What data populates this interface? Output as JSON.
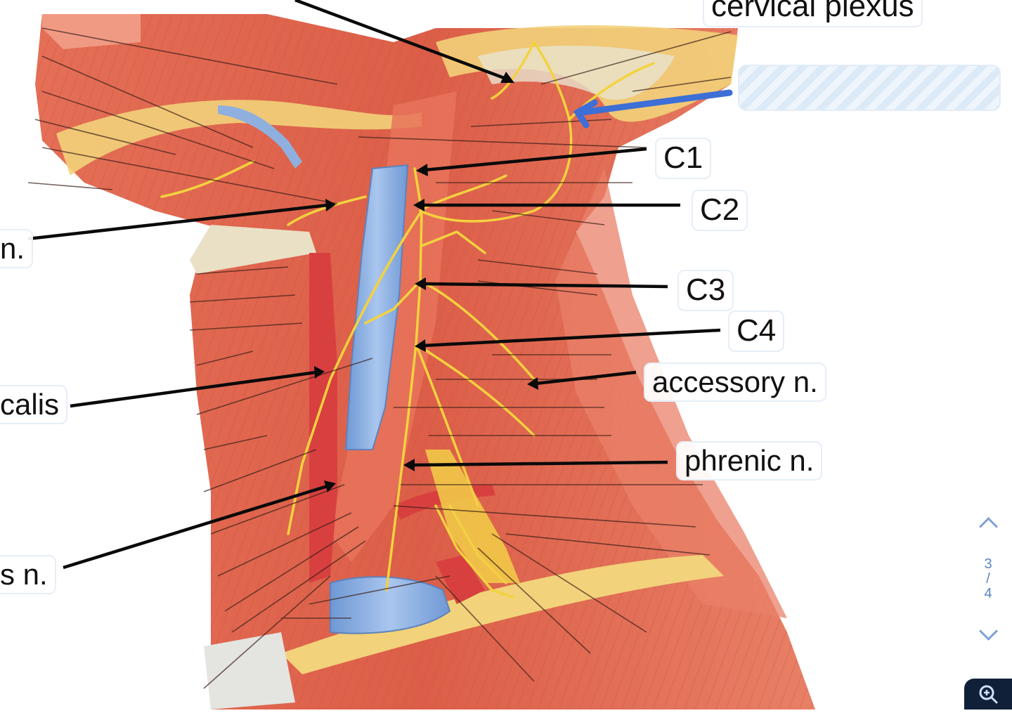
{
  "labels": {
    "cervical_plexus": "cervical plexus",
    "c1": "C1",
    "c2": "C2",
    "c3": "C3",
    "c4": "C4",
    "accessory": "accessory n.",
    "phrenic": "phrenic n.",
    "left_n": "n.",
    "left_calis": "calis",
    "left_s_n": "s n."
  },
  "pager": {
    "current": "3",
    "separator": "/",
    "total": "4"
  },
  "icons": {
    "pager_up": "chevron-up-icon",
    "pager_down": "chevron-down-icon",
    "zoom": "zoom-in-icon"
  },
  "colors": {
    "muscle": "#e06a52",
    "muscle_dark": "#c94b38",
    "vein": "#7fa6dc",
    "artery": "#d83a3a",
    "nerve": "#f3cf3c",
    "fat": "#f1d67a",
    "pointer_blue": "#3d6fd6",
    "zoom_bg": "#102038"
  }
}
